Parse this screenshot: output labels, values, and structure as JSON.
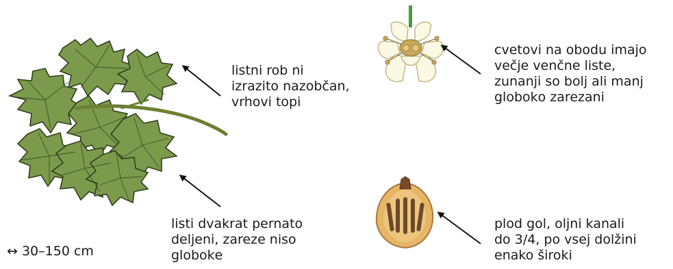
{
  "labels": {
    "leaf_edge": "listni rob ni\nizrazito nazobčan,\nvrhovi topi",
    "leaf_division": "listi dvakrat pernato\ndeljeni, zareze niso\nglobokе",
    "size_range": "↔ 30–150 cm",
    "flower": "cvetovi na obodu imajo\nvečje venčne liste,\nzunanji so bolj ali manj\nglobokо zarezani",
    "fruit": "plod gol, oljni kanali\ndo 3/4, po vsej dolžini\nenako široki"
  },
  "colors": {
    "leaf_fill": "#7c9a4c",
    "leaf_stroke": "#2f3f1c",
    "stem": "#6b8032",
    "petal": "#fbf8e3",
    "petal_stroke": "#b8a874",
    "flower_center": "#c8aa5a",
    "flower_stem": "#3f9e3a",
    "fruit_fill": "#e6b566",
    "fruit_stroke": "#a7763a",
    "fruit_canal": "#6b4a2c",
    "fruit_tip": "#7a4a25",
    "arrow": "#111111"
  },
  "icons": {
    "leaf": "hogweed-leaf-illustration",
    "flower": "umbel-flower-illustration",
    "fruit": "fruit-seed-illustration"
  }
}
